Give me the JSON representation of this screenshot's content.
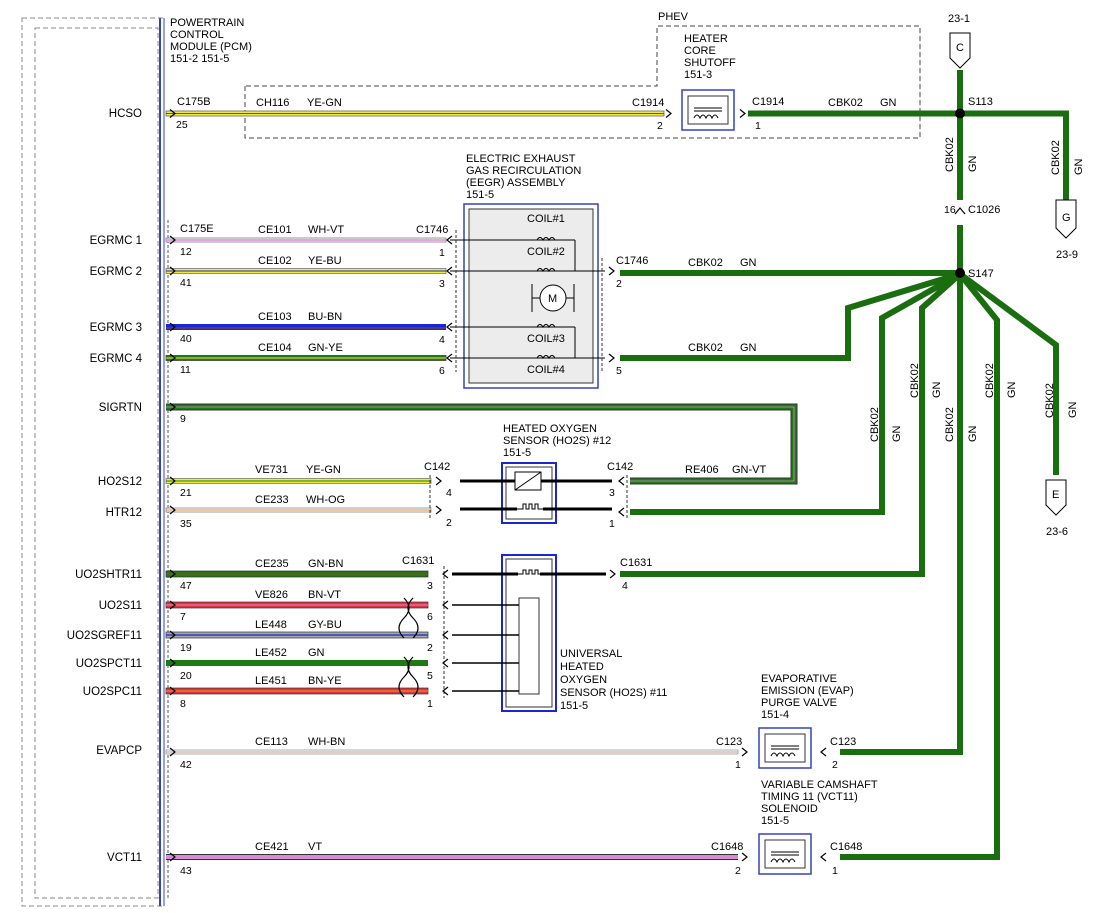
{
  "pcm": {
    "title": [
      "POWERTRAIN",
      "CONTROL",
      "MODULE (PCM)",
      "151-2  151-5"
    ],
    "pins": {
      "hcso": {
        "name": "HCSO",
        "num": "25"
      },
      "egrmc1": {
        "name": "EGRMC 1",
        "num": "12"
      },
      "egrmc2": {
        "name": "EGRMC 2",
        "num": "41"
      },
      "egrmc3": {
        "name": "EGRMC 3",
        "num": "40"
      },
      "egrmc4": {
        "name": "EGRMC 4",
        "num": "11"
      },
      "sigrtn": {
        "name": "SIGRTN",
        "num": "9"
      },
      "ho2s12": {
        "name": "HO2S12",
        "num": "21"
      },
      "htr12": {
        "name": "HTR12",
        "num": "35"
      },
      "uo2shtr11": {
        "name": "UO2SHTR11",
        "num": "47"
      },
      "uo2s11": {
        "name": "UO2S11",
        "num": "7"
      },
      "uo2sgref11": {
        "name": "UO2SGREF11",
        "num": "19"
      },
      "uo2spct11": {
        "name": "UO2SPCT11",
        "num": "20"
      },
      "uo2spc11": {
        "name": "UO2SPC11",
        "num": "8"
      },
      "evapcp": {
        "name": "EVAPCP",
        "num": "42"
      },
      "vct11": {
        "name": "VCT11",
        "num": "43"
      }
    }
  },
  "connectors": {
    "c175b": "C175B",
    "c175e": "C175E",
    "c1914": "C1914",
    "c1746": "C1746",
    "c142": "C142",
    "c1631": "C1631",
    "c123": "C123",
    "c1648": "C1648",
    "c1026": "C1026",
    "c1026_pin": "16"
  },
  "splices": {
    "s113": "S113",
    "s147": "S147"
  },
  "phev_label": "PHEV",
  "circuits": {
    "ch116": {
      "id": "CH116",
      "color": "YE-GN"
    },
    "cbk02_hcso": {
      "id": "CBK02",
      "color": "GN"
    },
    "ce101": {
      "id": "CE101",
      "color": "WH-VT"
    },
    "ce102": {
      "id": "CE102",
      "color": "YE-BU"
    },
    "ce103": {
      "id": "CE103",
      "color": "BU-BN"
    },
    "ce104": {
      "id": "CE104",
      "color": "GN-YE"
    },
    "cbk02_egr2": {
      "id": "CBK02",
      "color": "GN"
    },
    "cbk02_egr5": {
      "id": "CBK02",
      "color": "GN"
    },
    "ve731": {
      "id": "VE731",
      "color": "YE-GN"
    },
    "ce233": {
      "id": "CE233",
      "color": "WH-OG"
    },
    "re406": {
      "id": "RE406",
      "color": "GN-VT"
    },
    "ce235": {
      "id": "CE235",
      "color": "GN-BN"
    },
    "ve826": {
      "id": "VE826",
      "color": "BN-VT"
    },
    "le448": {
      "id": "LE448",
      "color": "GY-BU"
    },
    "le452": {
      "id": "LE452",
      "color": "GN"
    },
    "le451": {
      "id": "LE451",
      "color": "BN-YE"
    },
    "ce113": {
      "id": "CE113",
      "color": "WH-BN"
    },
    "ce421": {
      "id": "CE421",
      "color": "VT"
    },
    "cbk02_evap": {
      "id": "CBK02",
      "color": "GN"
    },
    "cbk02_vct": {
      "id": "CBK02",
      "color": "GN"
    },
    "vertical_cbk02": "CBK02",
    "vertical_gn": "GN"
  },
  "components": {
    "heater_core": {
      "label": [
        "HEATER",
        "CORE",
        "SHUTOFF",
        "151-3"
      ],
      "pins": [
        "2",
        "1"
      ]
    },
    "eegr": {
      "label": [
        "ELECTRIC EXHAUST",
        "GAS RECIRCULATION",
        "(EEGR) ASSEMBLY",
        "151-5"
      ],
      "coils": [
        "COIL#1",
        "COIL#2",
        "COIL#3",
        "COIL#4"
      ],
      "motor": "M",
      "left_pins": [
        "1",
        "3",
        "4",
        "6"
      ],
      "right_pins": [
        "2",
        "5"
      ]
    },
    "ho2s": {
      "label": [
        "HEATED OXYGEN",
        "SENSOR (HO2S) #12",
        "151-5"
      ],
      "left_pins": [
        "4",
        "2"
      ],
      "right_pins": [
        "3",
        "1"
      ]
    },
    "uho2s": {
      "label": [
        "UNIVERSAL",
        "HEATED",
        "OXYGEN",
        "SENSOR (HO2S) #11",
        "151-5"
      ],
      "left_pins": [
        "3",
        "6",
        "2",
        "5",
        "1"
      ],
      "right_pin": "4"
    },
    "evap": {
      "label": [
        "EVAPORATIVE",
        "EMISSION (EVAP)",
        "PURGE VALVE",
        "151-4"
      ],
      "pins": [
        "1",
        "2"
      ]
    },
    "vct": {
      "label": [
        "VARIABLE CAMSHAFT",
        "TIMING 11 (VCT11)",
        "SOLENOID",
        "151-5"
      ],
      "pins": [
        "2",
        "1"
      ]
    }
  },
  "page_refs": {
    "c": {
      "letter": "C",
      "ref": "23-1"
    },
    "g": {
      "letter": "G",
      "ref": "23-9"
    },
    "e": {
      "letter": "E",
      "ref": "23-6"
    }
  },
  "colors": {
    "ground": "#1a6e10",
    "gn": "#1e7a15",
    "yellow": "#f2ea3c",
    "blue": "#1b26d0",
    "white": "#ffffff",
    "violet": "#d98ad6",
    "brown": "#8b4c2a",
    "red": "#e0343c",
    "gray": "#a8a8a8",
    "orange": "#e8872f",
    "pcm_border": "#3344bb"
  }
}
